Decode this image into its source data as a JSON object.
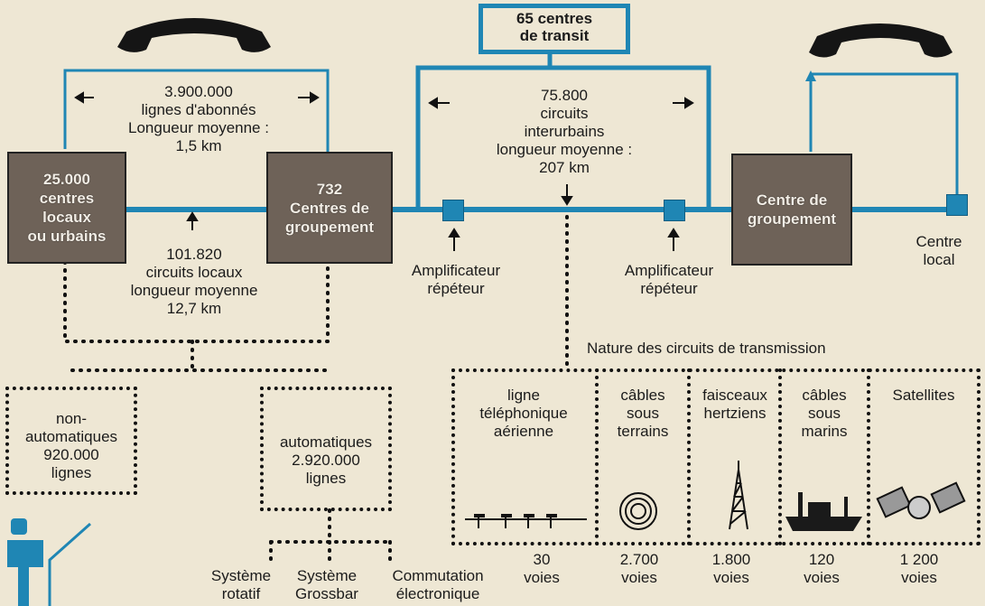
{
  "transit": {
    "line1": "65 centres",
    "line2": "de transit"
  },
  "subscriber_lines": {
    "l1": "3.900.000",
    "l2": "lignes d'abonnés",
    "l3": "Longueur moyenne :",
    "l4": "1,5 km"
  },
  "local_centres": {
    "l1": "25.000",
    "l2": "centres",
    "l3": "locaux",
    "l4": "ou urbains"
  },
  "group_centres": {
    "l1": "732",
    "l2": "Centres de",
    "l3": "groupement"
  },
  "local_circuits": {
    "l1": "101.820",
    "l2": "circuits locaux",
    "l3": "longueur moyenne",
    "l4": "12,7 km"
  },
  "intercity": {
    "l1": "75.800",
    "l2": "circuits",
    "l3": "interurbains",
    "l4": "longueur moyenne :",
    "l5": "207 km"
  },
  "amplifier_left": {
    "l1": "Amplificateur",
    "l2": "répéteur"
  },
  "amplifier_right": {
    "l1": "Amplificateur",
    "l2": "répéteur"
  },
  "right_group": {
    "l1": "Centre de",
    "l2": "groupement"
  },
  "centre_local": {
    "l1": "Centre",
    "l2": "local"
  },
  "nature_title": "Nature des circuits de transmission",
  "non_auto": {
    "l1": "non-",
    "l2": "automatiques",
    "l3": "920.000",
    "l4": "lignes"
  },
  "auto": {
    "l1": "automatiques",
    "l2": "2.920.000",
    "l3": "lignes"
  },
  "systems": {
    "rotatif": {
      "l1": "Système",
      "l2": "rotatif"
    },
    "grossbar": {
      "l1": "Système",
      "l2": "Grossbar"
    },
    "electronic": {
      "l1": "Commutation",
      "l2": "électronique"
    }
  },
  "transmission": [
    {
      "l1": "ligne",
      "l2": "téléphonique",
      "l3": "aérienne",
      "count": "30",
      "unit": "voies"
    },
    {
      "l1": "câbles",
      "l2": "sous",
      "l3": "terrains",
      "count": "2.700",
      "unit": "voies"
    },
    {
      "l1": "faisceaux",
      "l2": "hertziens",
      "l3": "",
      "count": "1.800",
      "unit": "voies"
    },
    {
      "l1": "câbles",
      "l2": "sous",
      "l3": "marins",
      "count": "120",
      "unit": "voies"
    },
    {
      "l1": "Satellites",
      "l2": "",
      "l3": "",
      "count": "1 200",
      "unit": "voies"
    }
  ],
  "colors": {
    "line_blue": "#1f86b4",
    "box_brown": "#6e6258",
    "paper": "#eee7d4"
  }
}
